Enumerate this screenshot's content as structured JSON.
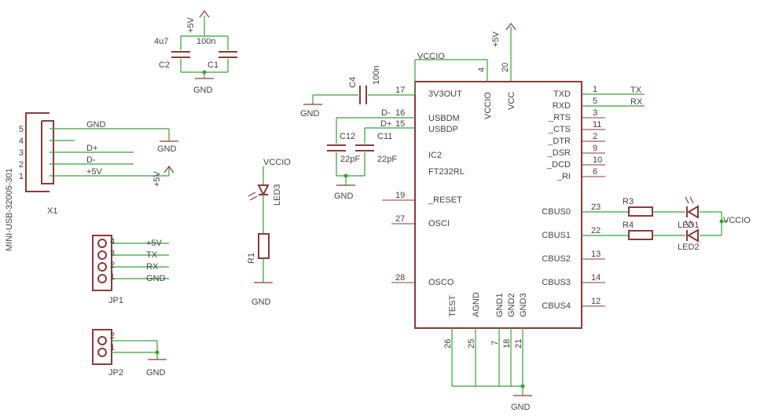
{
  "colors": {
    "wire": "#3aa03a",
    "symbol": "#8b3a3a",
    "text": "#444444",
    "background": "#ffffff"
  },
  "supplies": {
    "gnd": "GND",
    "plus5v": "+5V",
    "vccio": "VCCIO"
  },
  "connector_x1": {
    "part": "MINI-USB-32005-301",
    "name": "X1",
    "pin_numbers": [
      "5",
      "4",
      "3",
      "2",
      "1"
    ],
    "signals": [
      "GND",
      "",
      "D+",
      "D-",
      "+5V"
    ]
  },
  "capacitors": {
    "c1": {
      "name": "C1",
      "value": "100n"
    },
    "c2": {
      "name": "C2",
      "value": "4u7"
    },
    "c4": {
      "name": "C4",
      "value": "100n"
    },
    "c11": {
      "name": "C11",
      "value": "22pF"
    },
    "c12": {
      "name": "C12",
      "value": "22pF"
    }
  },
  "led3": {
    "name": "LED3"
  },
  "r1": {
    "name": "R1"
  },
  "jp1": {
    "name": "JP1",
    "pin_numbers": [
      "4",
      "3",
      "2",
      "1"
    ],
    "signals": [
      "+5V",
      "TX",
      "RX",
      "GND"
    ]
  },
  "jp2": {
    "name": "JP2",
    "pin_numbers": [
      "2",
      "1"
    ]
  },
  "ic2": {
    "name": "IC2",
    "part": "FT232RL",
    "left_pins": [
      {
        "num": "17",
        "name": "3V3OUT"
      },
      {
        "num": "16",
        "name": "USBDM"
      },
      {
        "num": "15",
        "name": "USBDP"
      },
      {
        "num": "19",
        "name": "_RESET"
      },
      {
        "num": "27",
        "name": "OSCI"
      },
      {
        "num": "28",
        "name": "OSCO"
      }
    ],
    "right_pins": [
      {
        "num": "1",
        "name": "TXD"
      },
      {
        "num": "5",
        "name": "RXD"
      },
      {
        "num": "3",
        "name": "_RTS"
      },
      {
        "num": "11",
        "name": "_CTS"
      },
      {
        "num": "2",
        "name": "_DTR"
      },
      {
        "num": "9",
        "name": "_DSR"
      },
      {
        "num": "10",
        "name": "_DCD"
      },
      {
        "num": "6",
        "name": "_RI"
      },
      {
        "num": "23",
        "name": "CBUS0"
      },
      {
        "num": "22",
        "name": "CBUS1"
      },
      {
        "num": "13",
        "name": "CBUS2"
      },
      {
        "num": "14",
        "name": "CBUS3"
      },
      {
        "num": "12",
        "name": "CBUS4"
      }
    ],
    "top_pins": [
      {
        "num": "4",
        "name": "VCCIO"
      },
      {
        "num": "20",
        "name": "VCC"
      }
    ],
    "bottom_pins": [
      {
        "num": "26",
        "name": "TEST"
      },
      {
        "num": "25",
        "name": "AGND"
      },
      {
        "num": "7",
        "name": "GND1"
      },
      {
        "num": "18",
        "name": "GND2"
      },
      {
        "num": "21",
        "name": "GND3"
      }
    ]
  },
  "nets": {
    "d_minus": "D-",
    "d_plus": "D+",
    "tx": "TX",
    "rx": "RX"
  },
  "resistors": {
    "r3": {
      "name": "R3"
    },
    "r4": {
      "name": "R4"
    }
  },
  "leds": {
    "led1": {
      "name": "LED1"
    },
    "led2": {
      "name": "LED2"
    }
  }
}
